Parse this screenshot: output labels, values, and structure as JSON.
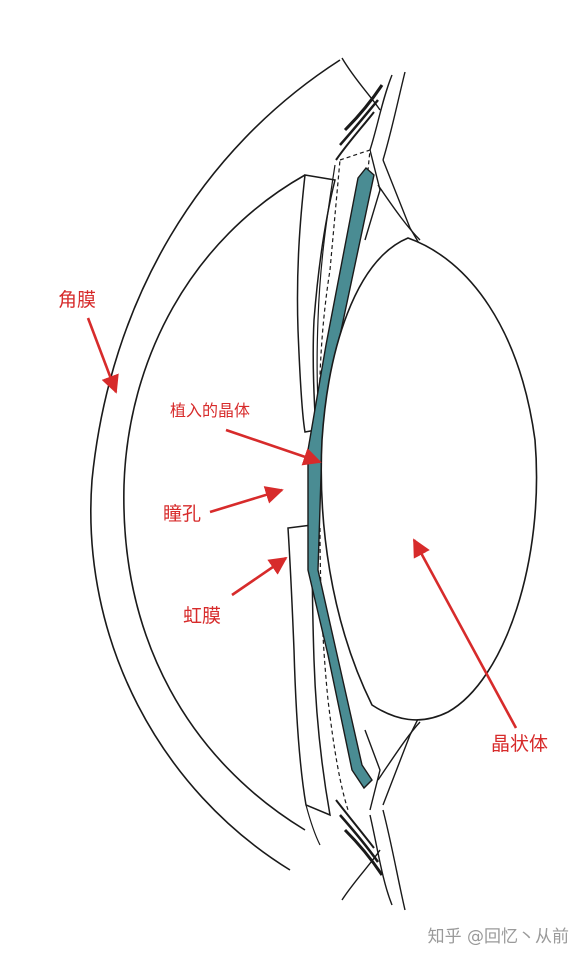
{
  "labels": {
    "cornea": "角膜",
    "implanted_lens": "植入的晶体",
    "pupil": "瞳孔",
    "iris": "虹膜",
    "crystalline_lens": "晶状体"
  },
  "watermark": "知乎 @回忆丶从前",
  "colors": {
    "annotation": "#d72b2b",
    "implant": "#4a8c93",
    "line": "#1a1a1a"
  }
}
